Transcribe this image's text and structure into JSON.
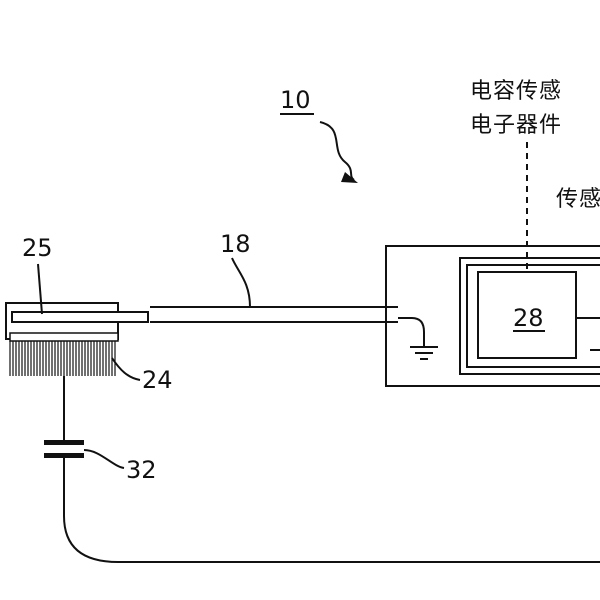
{
  "figure": {
    "ref_numeral": "10",
    "labels": {
      "bristles": "25",
      "shaft": "18",
      "head": "24",
      "capacitor": "32",
      "sensor_chip": "28"
    },
    "electronics_caption": {
      "line1": "电容传感",
      "line2": "电子器件"
    },
    "right_caption_partial": "传感"
  }
}
